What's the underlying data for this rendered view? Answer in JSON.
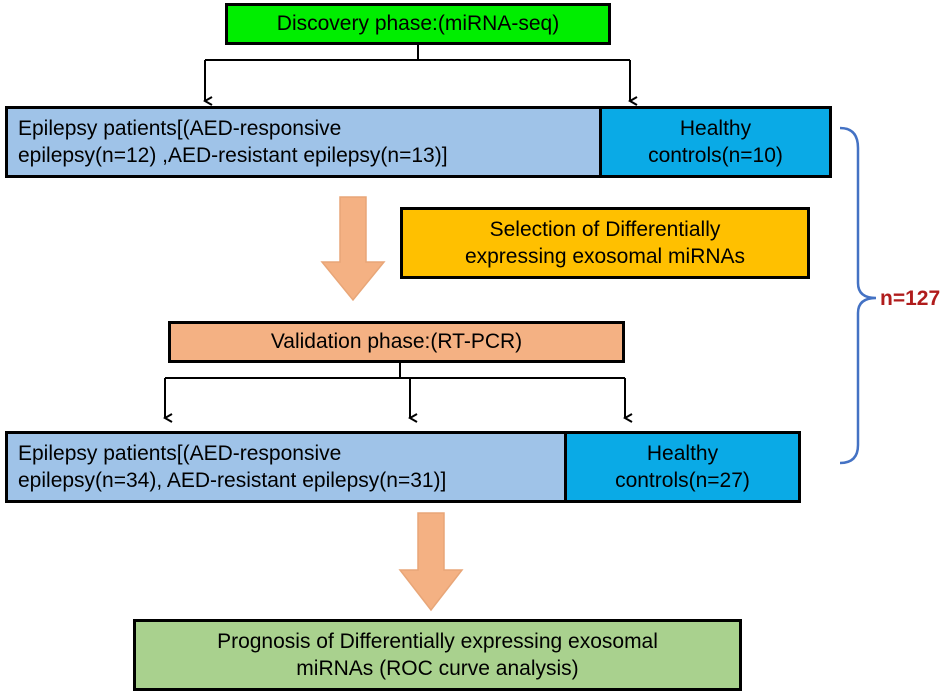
{
  "discovery": {
    "label": "Discovery phase:(miRNA-seq)",
    "color": "#00ee00"
  },
  "discovery_patients": {
    "label": "Epilepsy patients[(AED-responsive\nepilepsy(n=12) ,AED-resistant epilepsy(n=13)]",
    "color": "#9fc3e8"
  },
  "discovery_controls": {
    "label": "Healthy\ncontrols(n=10)",
    "color": "#0aaae6"
  },
  "selection": {
    "label": "Selection of  Differentially\nexpressing exosomal miRNAs",
    "color": "#ffc000"
  },
  "validation": {
    "label": "Validation phase:(RT-PCR)",
    "color": "#f4b183"
  },
  "validation_patients": {
    "label": "Epilepsy patients[(AED-responsive\nepilepsy(n=34), AED-resistant epilepsy(n=31)]",
    "color": "#9fc3e8"
  },
  "validation_controls": {
    "label": "Healthy\ncontrols(n=27)",
    "color": "#0aaae6"
  },
  "prognosis": {
    "label": "Prognosis of Differentially expressing exosomal\nmiRNAs (ROC curve analysis)",
    "color": "#a9d18e"
  },
  "total": {
    "label": "n=127",
    "color": "#b01c1c"
  },
  "colors": {
    "big_arrow": "#f4b183",
    "bracket": "#4472c4",
    "line": "#000000"
  }
}
